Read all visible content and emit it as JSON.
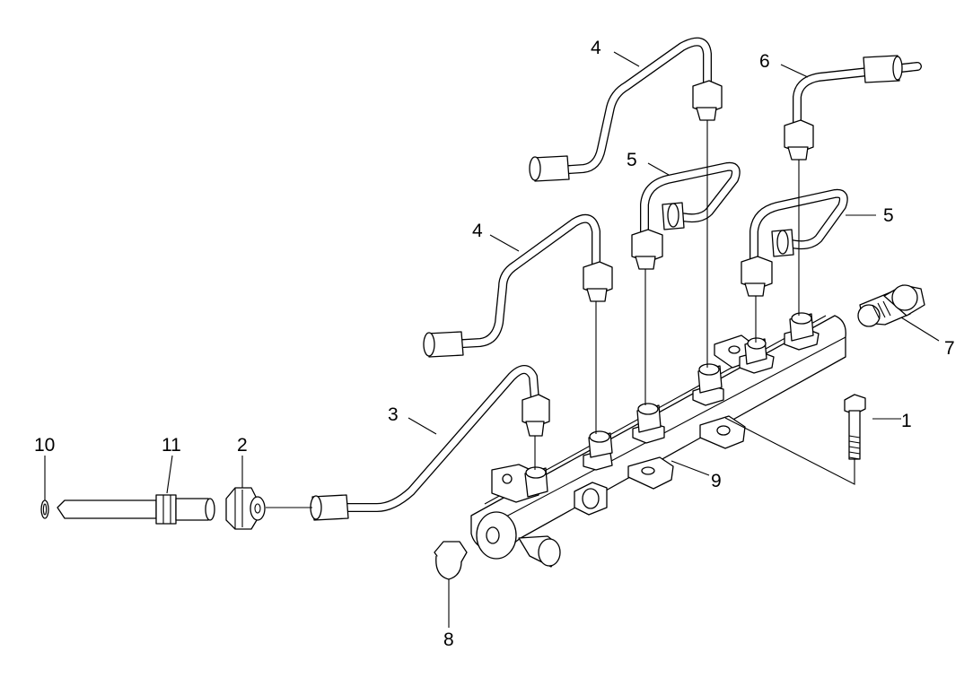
{
  "callouts": [
    {
      "id": "1",
      "label": "1"
    },
    {
      "id": "2",
      "label": "2"
    },
    {
      "id": "3",
      "label": "3"
    },
    {
      "id": "4a",
      "label": "4"
    },
    {
      "id": "4b",
      "label": "4"
    },
    {
      "id": "5a",
      "label": "5"
    },
    {
      "id": "5b",
      "label": "5"
    },
    {
      "id": "6",
      "label": "6"
    },
    {
      "id": "7",
      "label": "7"
    },
    {
      "id": "8",
      "label": "8"
    },
    {
      "id": "9",
      "label": "9"
    },
    {
      "id": "10",
      "label": "10"
    },
    {
      "id": "11",
      "label": "11"
    }
  ]
}
